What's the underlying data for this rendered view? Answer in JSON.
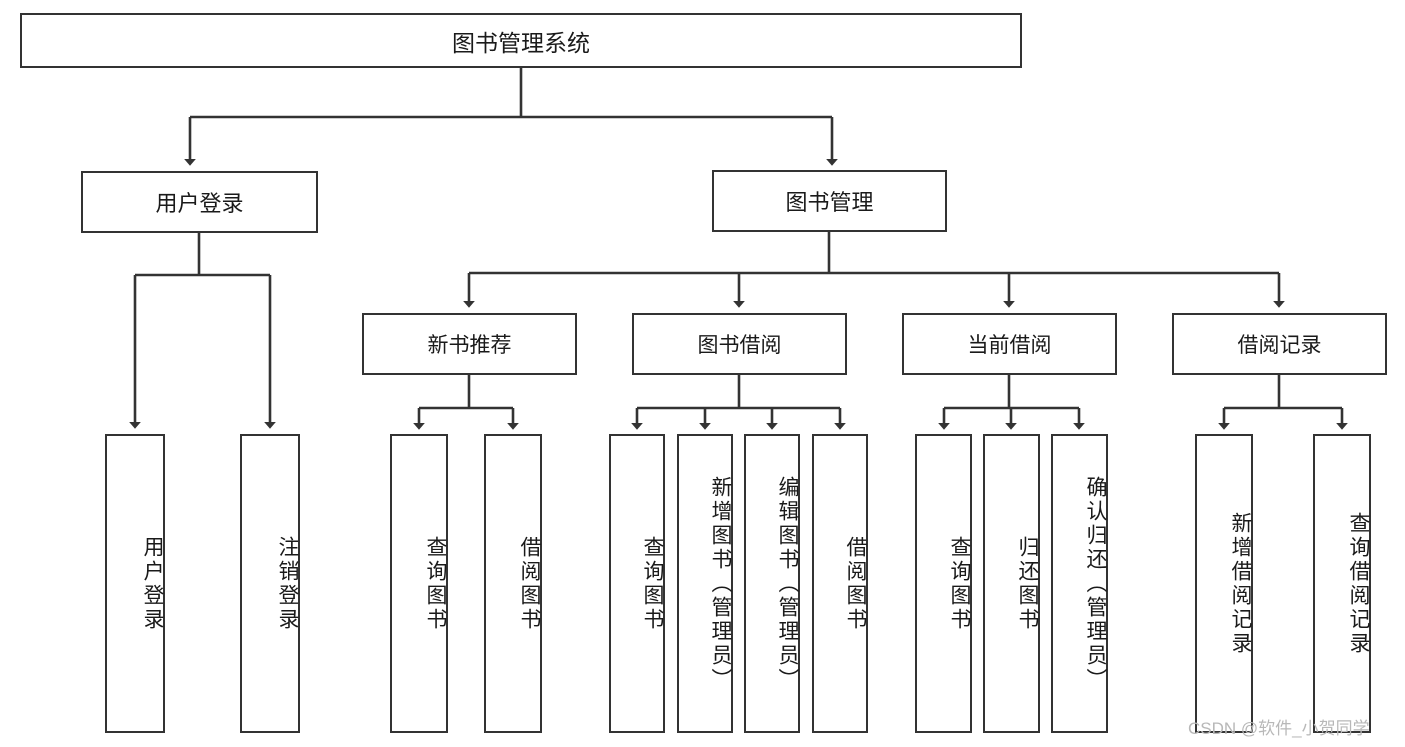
{
  "diagram": {
    "title": "图书管理系统",
    "type": "hierarchy-tree",
    "watermark": "CSDN @软件_小贺同学",
    "colors": {
      "border": "#333333",
      "background": "#ffffff",
      "text": "#1a1a1a",
      "watermark": "#b8b8b8"
    },
    "root": {
      "label": "图书管理系统"
    },
    "level2": [
      {
        "id": "user-login",
        "label": "用户登录"
      },
      {
        "id": "book-manage",
        "label": "图书管理"
      }
    ],
    "level3": [
      {
        "id": "new-book-recommend",
        "label": "新书推荐"
      },
      {
        "id": "book-borrow",
        "label": "图书借阅"
      },
      {
        "id": "current-borrow",
        "label": "当前借阅"
      },
      {
        "id": "borrow-record",
        "label": "借阅记录"
      }
    ],
    "leaves": {
      "user_login": [
        {
          "id": "leaf-user-login",
          "label": "用户登录"
        },
        {
          "id": "leaf-logout-login",
          "label": "注销登录"
        }
      ],
      "new_book_recommend": [
        {
          "id": "leaf-query-book-1",
          "label": "查询图书"
        },
        {
          "id": "leaf-borrow-book-1",
          "label": "借阅图书"
        }
      ],
      "book_borrow": [
        {
          "id": "leaf-query-book-2",
          "label": "查询图书"
        },
        {
          "id": "leaf-add-book",
          "label": "新增图书（管理员）"
        },
        {
          "id": "leaf-edit-book",
          "label": "编辑图书（管理员）"
        },
        {
          "id": "leaf-borrow-book-2",
          "label": "借阅图书"
        }
      ],
      "current_borrow": [
        {
          "id": "leaf-query-book-3",
          "label": "查询图书"
        },
        {
          "id": "leaf-return-book",
          "label": "归还图书"
        },
        {
          "id": "leaf-confirm-return",
          "label": "确认归还（管理员）"
        }
      ],
      "borrow_record": [
        {
          "id": "leaf-add-record",
          "label": "新增借阅记录"
        },
        {
          "id": "leaf-query-record",
          "label": "查询借阅记录"
        }
      ]
    }
  }
}
